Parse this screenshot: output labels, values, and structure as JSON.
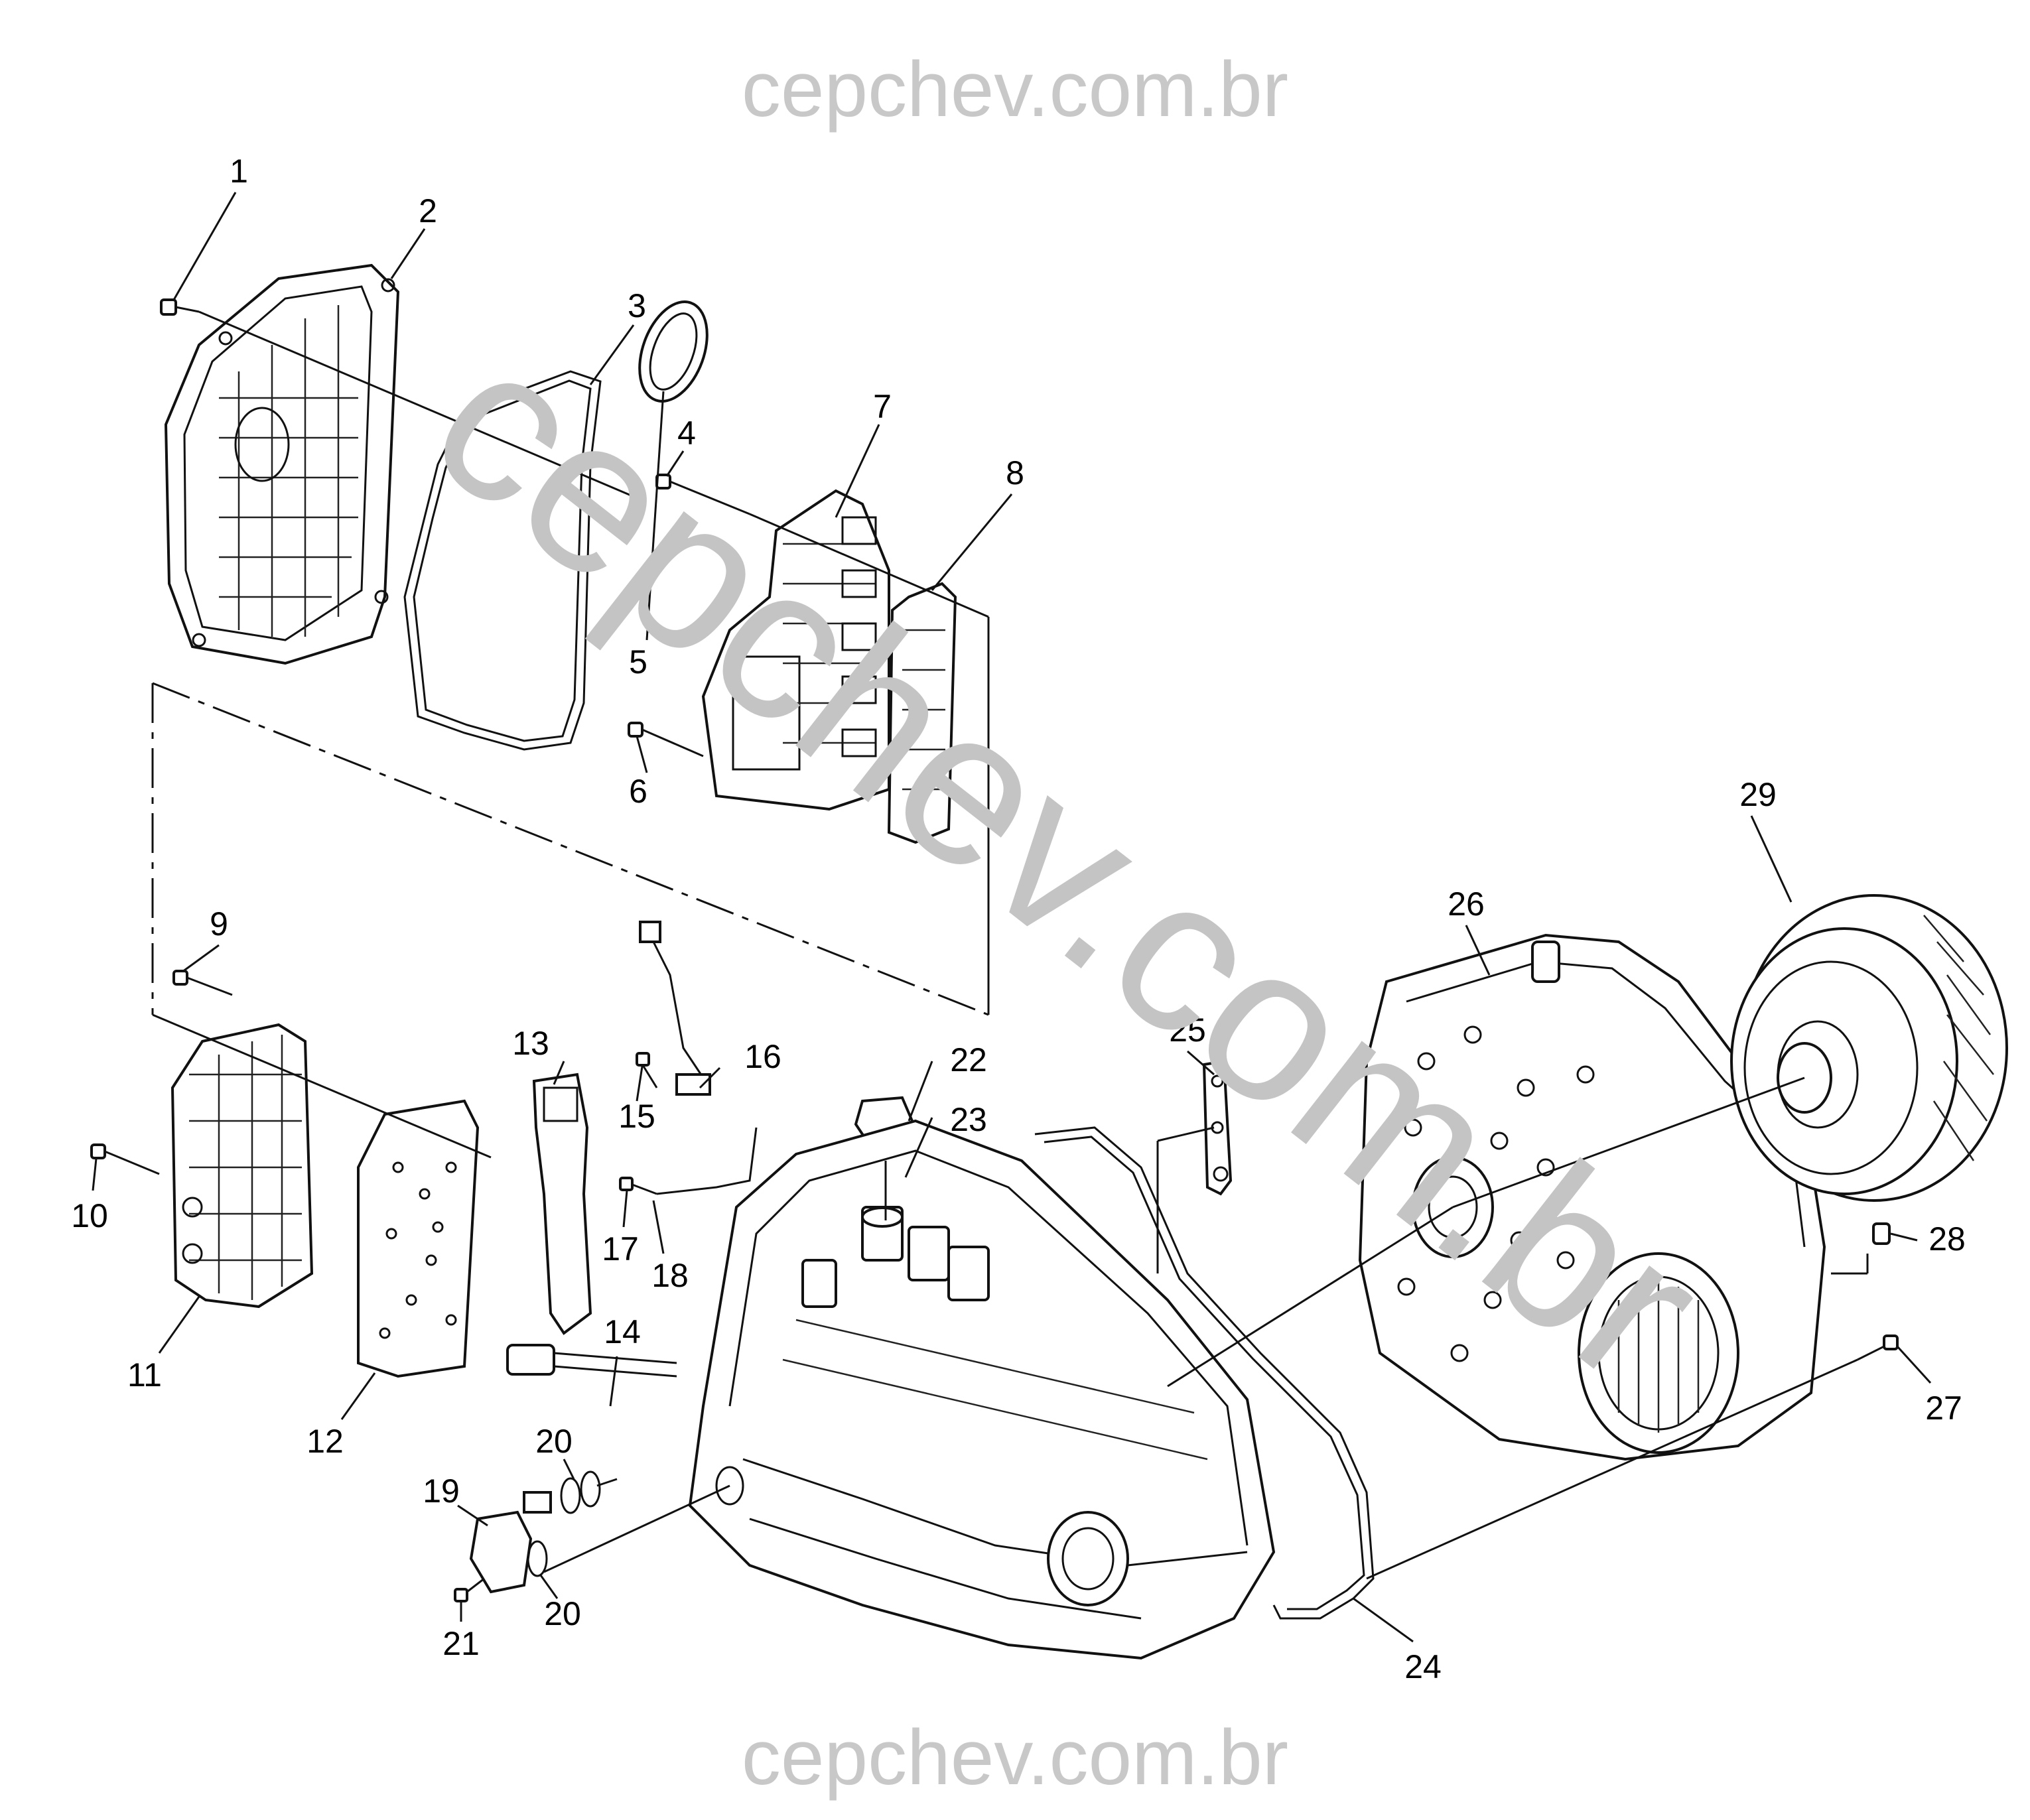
{
  "watermark": {
    "top": "cepchev.com.br",
    "bottom": "cepchev.com.br",
    "diagonal": "cepchev.com.br"
  },
  "colors": {
    "line": "#111111",
    "watermark": "#c8c8c8",
    "background": "#ffffff"
  },
  "callouts": [
    {
      "id": "1",
      "label": "1"
    },
    {
      "id": "2",
      "label": "2"
    },
    {
      "id": "3",
      "label": "3"
    },
    {
      "id": "4",
      "label": "4"
    },
    {
      "id": "5",
      "label": "5"
    },
    {
      "id": "6",
      "label": "6"
    },
    {
      "id": "7",
      "label": "7"
    },
    {
      "id": "8",
      "label": "8"
    },
    {
      "id": "9",
      "label": "9"
    },
    {
      "id": "10",
      "label": "10"
    },
    {
      "id": "11",
      "label": "11"
    },
    {
      "id": "12",
      "label": "12"
    },
    {
      "id": "13",
      "label": "13"
    },
    {
      "id": "14",
      "label": "14"
    },
    {
      "id": "15",
      "label": "15"
    },
    {
      "id": "16",
      "label": "16"
    },
    {
      "id": "17",
      "label": "17"
    },
    {
      "id": "18",
      "label": "18"
    },
    {
      "id": "19",
      "label": "19"
    },
    {
      "id": "20a",
      "label": "20"
    },
    {
      "id": "20b",
      "label": "20"
    },
    {
      "id": "21",
      "label": "21"
    },
    {
      "id": "22",
      "label": "22"
    },
    {
      "id": "23",
      "label": "23"
    },
    {
      "id": "24",
      "label": "24"
    },
    {
      "id": "25",
      "label": "25"
    },
    {
      "id": "26",
      "label": "26"
    },
    {
      "id": "27",
      "label": "27"
    },
    {
      "id": "28",
      "label": "28"
    },
    {
      "id": "29",
      "label": "29"
    }
  ]
}
